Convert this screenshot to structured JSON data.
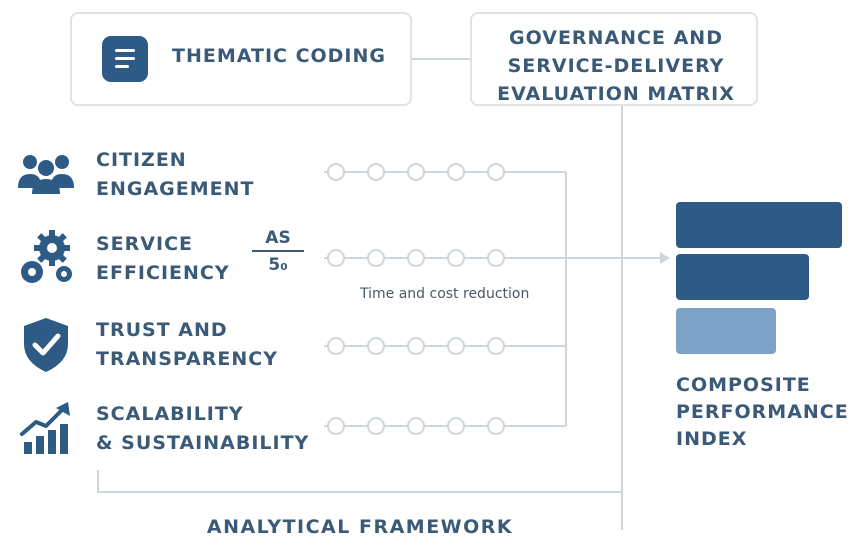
{
  "header": {
    "coding_title": "THEMATIC CODING",
    "matrix_title_lines": [
      "GOVERNANCE AND",
      "SERVICE-DELIVERY",
      "EVALUATION MATRIX"
    ]
  },
  "dimensions": [
    {
      "lines": [
        "CITIZEN",
        "ENGAGEMENT"
      ],
      "icon": "people-group-icon"
    },
    {
      "lines": [
        "SERVICE",
        "EFFICIENCY"
      ],
      "icon": "gears-icon"
    },
    {
      "lines": [
        "TRUST AND",
        "TRANSPARENCY"
      ],
      "icon": "shield-check-icon"
    },
    {
      "lines": [
        "SCALABILITY",
        "& SUSTAINABILITY"
      ],
      "icon": "growth-chart-icon"
    }
  ],
  "fraction": {
    "numerator": "AS",
    "denominator": "5₀"
  },
  "annotation": "Time and cost reduction",
  "index": {
    "label_lines": [
      "COMPOSITE",
      "PERFORMANCE",
      "INDEX"
    ],
    "bars": [
      {
        "level": 1.0,
        "color": "#2e5a86"
      },
      {
        "level": 0.8,
        "color": "#2e5a86"
      },
      {
        "level": 0.6,
        "color": "#7fa3c8"
      }
    ]
  },
  "footer": {
    "framework_label": "ANALYTICAL FRAMEWORK"
  },
  "colors": {
    "primary": "#2e5a86",
    "light": "#7fa3c8",
    "line": "#cfd5dc",
    "text": "#3b5a78"
  }
}
